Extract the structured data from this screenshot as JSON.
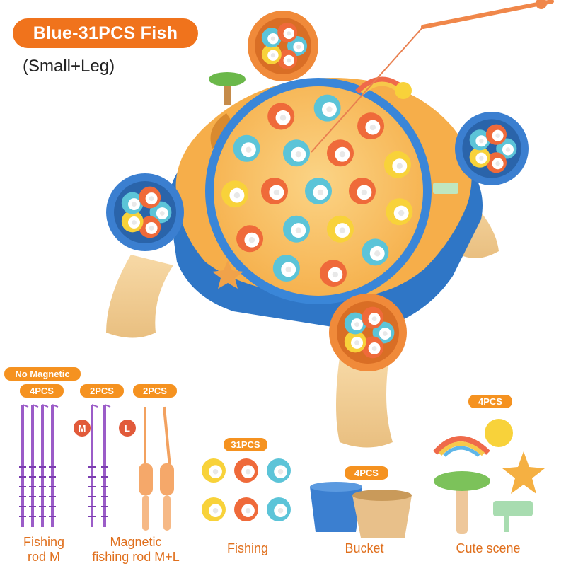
{
  "header": {
    "title": "Blue-31PCS Fish",
    "subtitle": "(Small+Leg)",
    "accent_color": "#f0731c"
  },
  "accessories": {
    "no_magnetic_label": "No Magnetic",
    "rods_m_nomag": {
      "qty": "4PCS",
      "caption_line1": "Fishing",
      "caption_line2": "rod M"
    },
    "rods_m": {
      "qty": "2PCS",
      "badge": "M"
    },
    "rods_l": {
      "qty": "2PCS",
      "badge": "L"
    },
    "magnetic_caption_line1": "Magnetic",
    "magnetic_caption_line2": "fishing rod M+L",
    "fish": {
      "qty": "31PCS",
      "caption": "Fishing"
    },
    "bucket": {
      "qty": "4PCS",
      "caption": "Bucket"
    },
    "scene": {
      "qty": "4PCS",
      "caption": "Cute scene"
    }
  }
}
